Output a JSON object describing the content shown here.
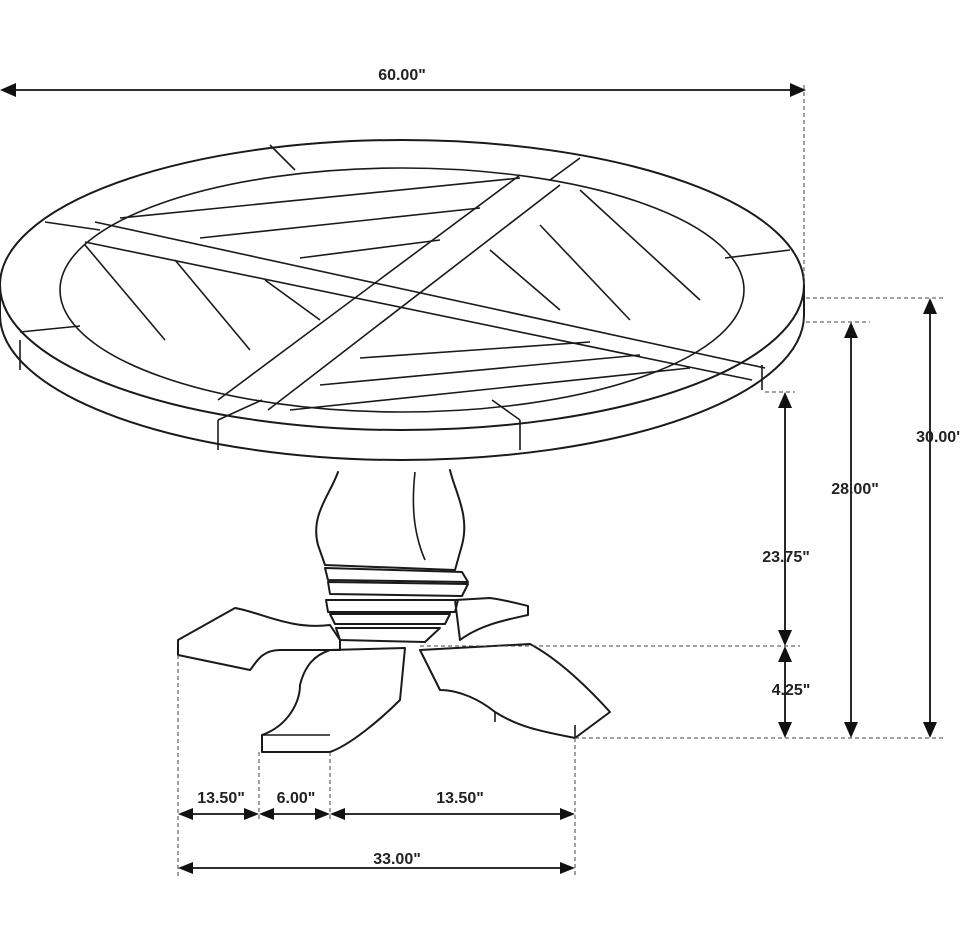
{
  "dimensions": {
    "overall_width": "60.00\"",
    "overall_height": "30.00'",
    "apron_height": "28.00\"",
    "column_height": "23.75\"",
    "base_height": "4.25\"",
    "foot_left": "13.50\"",
    "foot_center": "6.00\"",
    "foot_right": "13.50\"",
    "base_width": "33.00\""
  },
  "colors": {
    "line": "#1a1a1a",
    "background": "#ffffff"
  }
}
